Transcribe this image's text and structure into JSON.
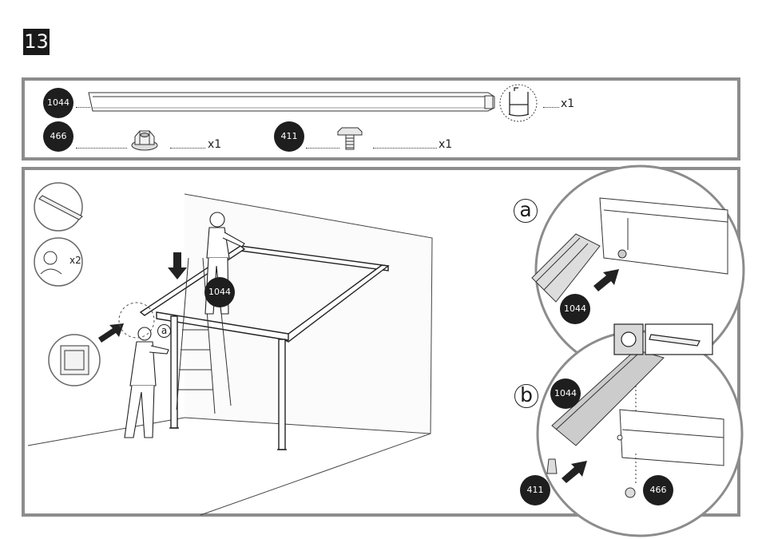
{
  "step": {
    "number": "13"
  },
  "parts": [
    {
      "id": "1044",
      "name": "beam-profile",
      "quantity": "x1"
    },
    {
      "id": "466",
      "name": "flange-nut",
      "quantity": "x1"
    },
    {
      "id": "411",
      "name": "t-bolt",
      "quantity": "x1"
    }
  ],
  "scene": {
    "people_count": "x2",
    "beam_label": "1044",
    "callout_a_small": "a",
    "detail_a": {
      "letter": "a",
      "part_label": "1044"
    },
    "detail_b": {
      "letter": "b",
      "beam_label": "1044",
      "bolt_label": "411",
      "nut_label": "466"
    }
  }
}
